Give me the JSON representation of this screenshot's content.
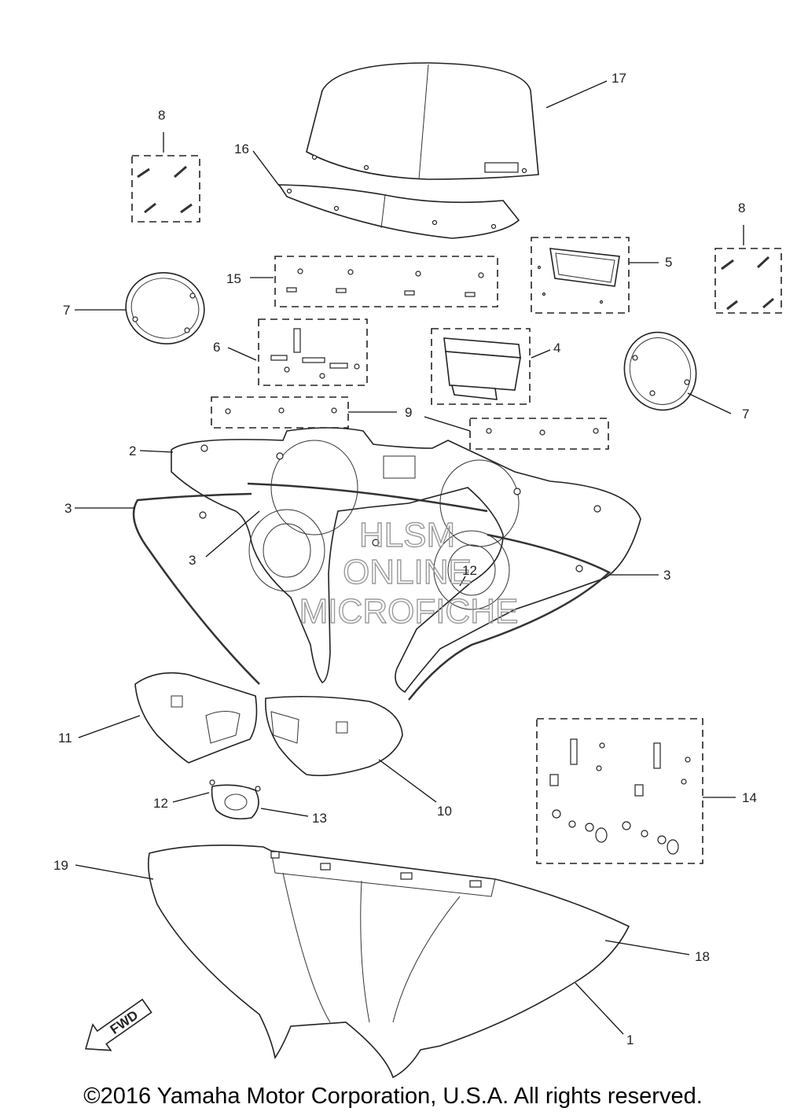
{
  "copyright": "©2016 Yamaha Motor Corporation, U.S.A. All rights reserved.",
  "watermark": {
    "line1": "HLSM",
    "line2": "ONLINE",
    "line3": "MICROFICHE"
  },
  "fwd_label": "FWD",
  "callouts": {
    "c1": "1",
    "c2": "2",
    "c3a": "3",
    "c3b": "3",
    "c3c": "3",
    "c4": "4",
    "c5": "5",
    "c6": "6",
    "c7a": "7",
    "c7b": "7",
    "c8a": "8",
    "c8b": "8",
    "c9": "9",
    "c10": "10",
    "c11": "11",
    "c12a": "12",
    "c12b": "12",
    "c13": "13",
    "c14": "14",
    "c15": "15",
    "c16": "16",
    "c17": "17",
    "c18": "18",
    "c19": "19"
  }
}
